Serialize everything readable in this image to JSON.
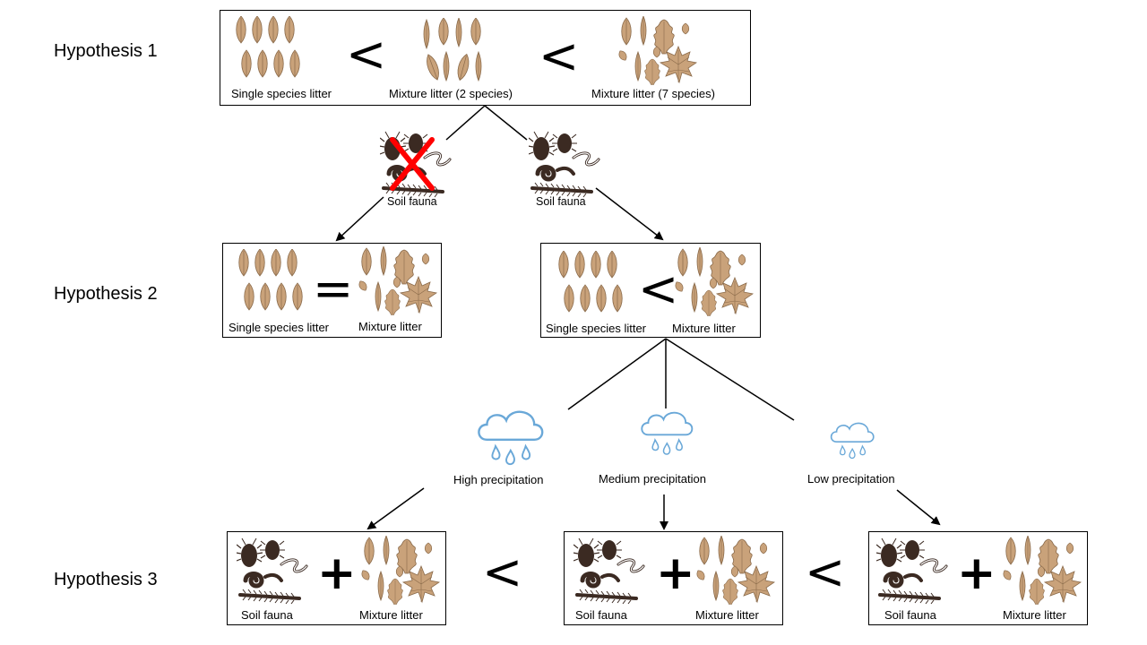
{
  "hypotheses": {
    "h1": "Hypothesis 1",
    "h2": "Hypothesis 2",
    "h3": "Hypothesis 3"
  },
  "h1_box": {
    "label_single": "Single species litter",
    "label_mix2": "Mixture litter (2 species)",
    "label_mix7": "Mixture litter (7 species)",
    "op1": "<",
    "op2": "<"
  },
  "fauna": {
    "excluded_label": "Soil fauna",
    "included_label": "Soil fauna"
  },
  "h2_left": {
    "label_single": "Single species litter",
    "label_mix": "Mixture litter",
    "op": "="
  },
  "h2_right": {
    "label_single": "Single species litter",
    "label_mix": "Mixture litter",
    "op": "<"
  },
  "precipitation": {
    "high": "High precipitation",
    "medium": "Medium precipitation",
    "low": "Low precipitation"
  },
  "h3": {
    "box1": {
      "fauna": "Soil fauna",
      "mix": "Mixture litter",
      "op": "+"
    },
    "box2": {
      "fauna": "Soil fauna",
      "mix": "Mixture litter",
      "op": "+"
    },
    "box3": {
      "fauna": "Soil fauna",
      "mix": "Mixture litter",
      "op": "+"
    },
    "between1": "<",
    "between2": "<"
  },
  "colors": {
    "leaf": "#c9a27a",
    "leaf_stroke": "#8a6a4a",
    "fauna": "#3b2a22",
    "cloud": "#6aa8d8",
    "cross": "#ff0000"
  }
}
